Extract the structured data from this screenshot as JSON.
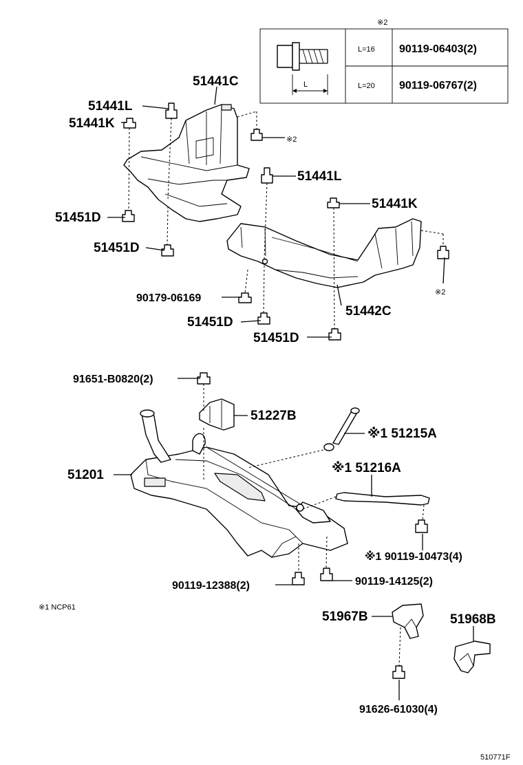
{
  "table": {
    "ref_mark": "※2",
    "dimension_label": "L",
    "rows": [
      {
        "length": "L=16",
        "part_no": "90119-06403(2)"
      },
      {
        "length": "L=20",
        "part_no": "90119-06767(2)"
      }
    ]
  },
  "labels": {
    "p51441C": "51441C",
    "p51441L_a": "51441L",
    "p51441K_a": "51441K",
    "p51441L_b": "51441L",
    "p51441K_b": "51441K",
    "p51451D_a": "51451D",
    "p51451D_b": "51451D",
    "p51451D_c": "51451D",
    "p51451D_d": "51451D",
    "p90179": "90179-06169",
    "p51442C": "51442C",
    "ref2_a": "※2",
    "ref2_b": "※2",
    "p91651": "91651-B0820(2)",
    "p51227B": "51227B",
    "p51215A": "※1 51215A",
    "p51201": "51201",
    "p51216A": "※1 51216A",
    "p90119_10473": "※1 90119-10473(4)",
    "p90119_12388": "90119-12388(2)",
    "p90119_14125": "90119-14125(2)",
    "note_ncp": "※1 NCP61",
    "p51967B": "51967B",
    "p51968B": "51968B",
    "p91626": "91626-61030(4)",
    "diagram_id": "510771F"
  }
}
